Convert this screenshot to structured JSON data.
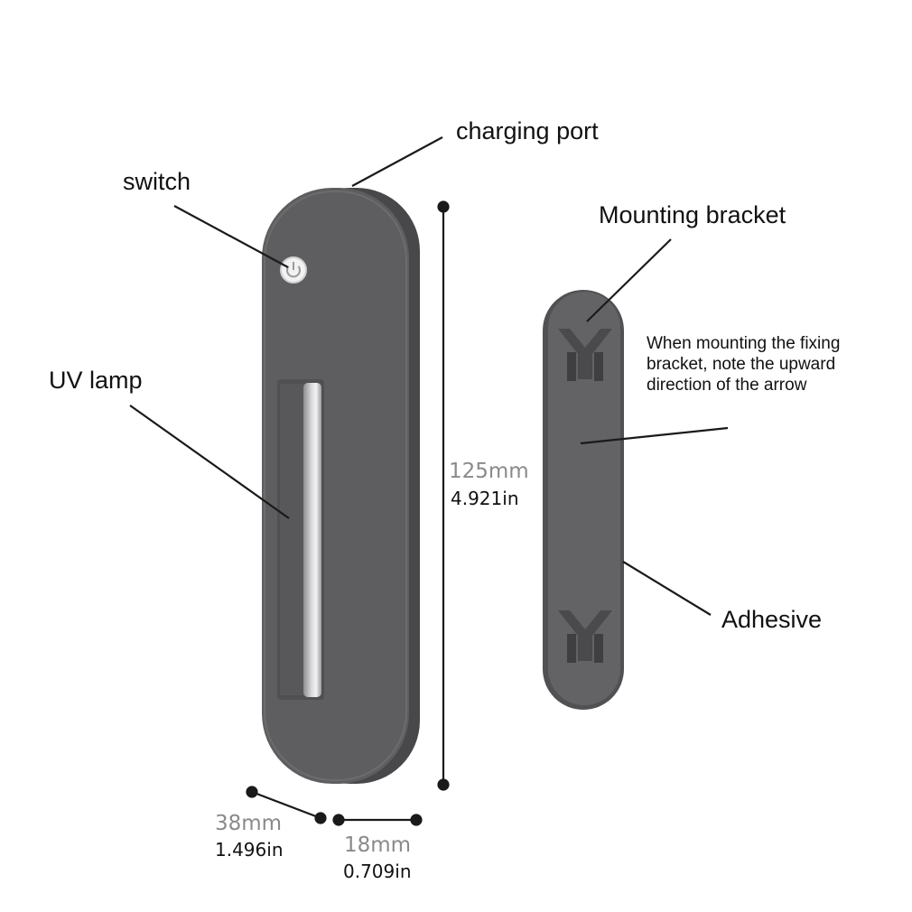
{
  "labels": {
    "charging_port": "charging port",
    "switch": "switch",
    "uv_lamp": "UV lamp",
    "mounting_bracket": "Mounting bracket",
    "note": "When mounting the fixing bracket, note the upward direction of the arrow",
    "adhesive": "Adhesive"
  },
  "dimensions": {
    "height": {
      "mm": "125mm",
      "in": "4.921in"
    },
    "width": {
      "mm": "38mm",
      "in": "1.496in"
    },
    "depth": {
      "mm": "18mm",
      "in": "0.709in"
    }
  },
  "colors": {
    "device_body": "#5d5d5f",
    "device_side": "#4a4a4c",
    "bracket": "#606062",
    "leader_line": "#1a1a1a",
    "dimension_text": "#8a8a8a"
  }
}
